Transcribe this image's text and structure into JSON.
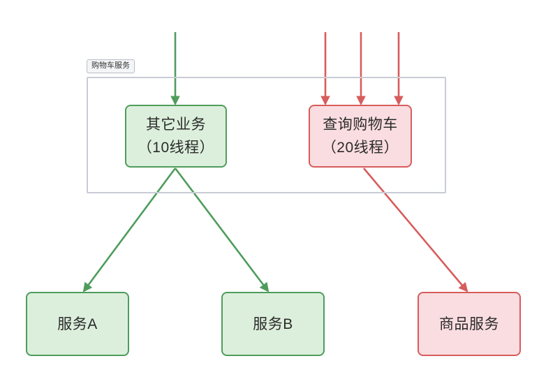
{
  "diagram": {
    "title_label": "购物车服务",
    "colors": {
      "green_fill": "#dcefdc",
      "green_stroke": "#4f9c5c",
      "red_fill": "#fadde0",
      "red_stroke": "#d75c5c",
      "container_stroke": "#c9ccd5",
      "label_fill": "#f4f5f7",
      "background": "#ffffff",
      "text": "#2b2b2b"
    },
    "nodes": {
      "other_business": {
        "line1": "其它业务",
        "line2": "（10线程）",
        "color": "green"
      },
      "query_cart": {
        "line1": "查询购物车",
        "line2": "（20线程）",
        "color": "red"
      },
      "service_a": {
        "line1": "服务A",
        "color": "green"
      },
      "service_b": {
        "line1": "服务B",
        "color": "green"
      },
      "product_service": {
        "line1": "商品服务",
        "color": "red"
      }
    },
    "edges": [
      {
        "name": "inbound-to-other-business",
        "color": "green",
        "from": "top",
        "to": "other_business"
      },
      {
        "name": "inbound-1-to-query-cart",
        "color": "red",
        "from": "top",
        "to": "query_cart"
      },
      {
        "name": "inbound-2-to-query-cart",
        "color": "red",
        "from": "top",
        "to": "query_cart"
      },
      {
        "name": "inbound-3-to-query-cart",
        "color": "red",
        "from": "top",
        "to": "query_cart"
      },
      {
        "name": "other-business-to-service-a",
        "color": "green",
        "from": "other_business",
        "to": "service_a"
      },
      {
        "name": "other-business-to-service-b",
        "color": "green",
        "from": "other_business",
        "to": "service_b"
      },
      {
        "name": "query-cart-to-product-service",
        "color": "red",
        "from": "query_cart",
        "to": "product_service"
      }
    ]
  }
}
